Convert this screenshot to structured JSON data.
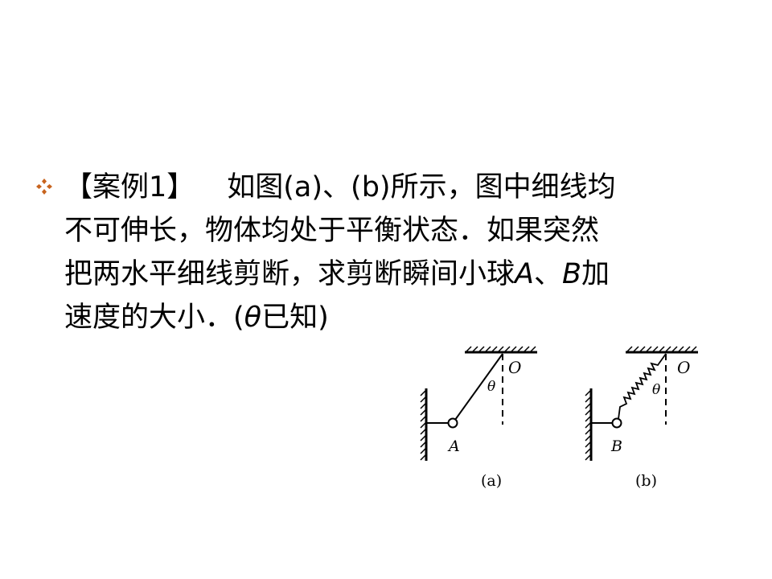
{
  "problem": {
    "case_label": "【案例1】",
    "line1_rest": "如图(a)、(b)所示，图中细线均",
    "line2": "不可伸长，物体均处于平衡状态．如果突然",
    "line3_pre": "把两水平细线剪断，求剪断瞬间小球",
    "ball_a": "A",
    "separator": "、",
    "ball_b": "B",
    "line3_post": "加",
    "line4_pre": "速度的大小．(",
    "theta": "θ",
    "line4_post": "已知)"
  },
  "figure": {
    "a": {
      "point": "O",
      "angle": "θ",
      "ball": "A",
      "caption": "(a)"
    },
    "b": {
      "point": "O",
      "angle": "θ",
      "ball": "B",
      "caption": "(b)"
    }
  },
  "colors": {
    "bullet": "#c8641e",
    "text": "#000000"
  }
}
